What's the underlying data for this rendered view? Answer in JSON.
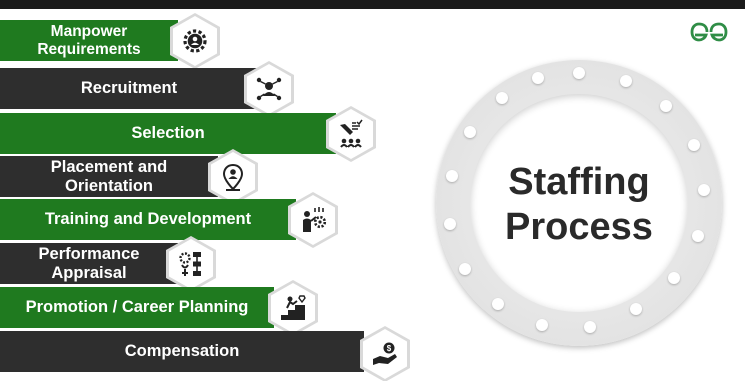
{
  "brand": {
    "logo_text": "ᘓG"
  },
  "title_lines": [
    "Staffing",
    "Process"
  ],
  "colors": {
    "green": "#1f7a1f",
    "dark": "#2e2e2e",
    "accent": "#2f8d46"
  },
  "steps": [
    {
      "label": "Manpower Requirements",
      "style": "green",
      "icon": "gear-user-icon"
    },
    {
      "label": "Recruitment",
      "style": "dark",
      "icon": "people-network-icon"
    },
    {
      "label": "Selection",
      "style": "green",
      "icon": "selection-hand-icon"
    },
    {
      "label": "Placement and Orientation",
      "style": "dark",
      "icon": "location-pin-user-icon"
    },
    {
      "label": "Training and Development",
      "style": "green",
      "icon": "trainer-gear-icon"
    },
    {
      "label": "Performance Appraisal",
      "style": "dark",
      "icon": "flowchart-gear-icon"
    },
    {
      "label": "Promotion / Career Planning",
      "style": "green",
      "icon": "career-steps-icon"
    },
    {
      "label": "Compensation",
      "style": "dark",
      "icon": "money-hand-icon"
    }
  ]
}
